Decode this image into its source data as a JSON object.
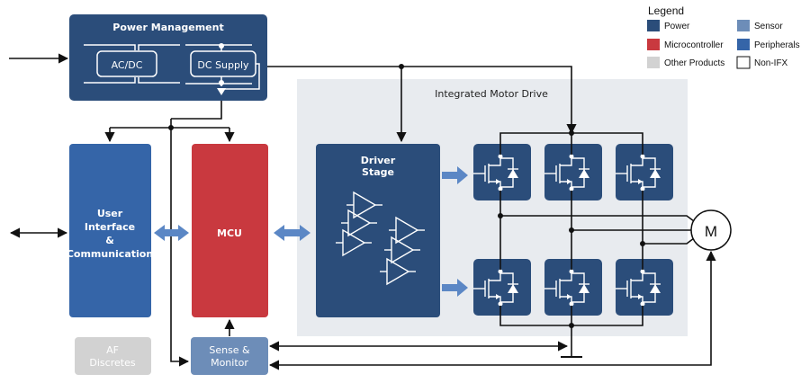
{
  "colors": {
    "power": "#2b4d7a",
    "microcontroller": "#c9393f",
    "other_products": "#d2d2d2",
    "sensor": "#6d8db8",
    "peripherals": "#3565a8",
    "non_ifx": "#ffffff",
    "integrated_area": "#e8ebef",
    "bidirectional_arrow": "#5b87c5"
  },
  "legend": {
    "title": "Legend",
    "items": [
      {
        "label": "Power",
        "color": "#2b4d7a"
      },
      {
        "label": "Microcontroller",
        "color": "#c9393f"
      },
      {
        "label": "Other Products",
        "color": "#d2d2d2"
      },
      {
        "label": "Sensor",
        "color": "#6d8db8"
      },
      {
        "label": "Peripherals",
        "color": "#3565a8"
      },
      {
        "label": "Non-IFX",
        "color": "#ffffff"
      }
    ]
  },
  "blocks": {
    "power_management": {
      "title": "Power Management",
      "acdc": "AC/DC",
      "dc_supply": "DC Supply"
    },
    "user_interface": {
      "lines": [
        "User",
        "Interface",
        "&",
        "Communication"
      ]
    },
    "mcu": {
      "label": "MCU"
    },
    "af_discretes": {
      "lines": [
        "AF",
        "Discretes"
      ]
    },
    "sense_monitor": {
      "lines": [
        "Sense &",
        "Monitor"
      ]
    },
    "integrated_motor_drive": {
      "title": "Integrated Motor Drive"
    },
    "driver_stage": {
      "lines": [
        "Driver",
        "Stage"
      ]
    },
    "motor": {
      "label": "M"
    }
  }
}
